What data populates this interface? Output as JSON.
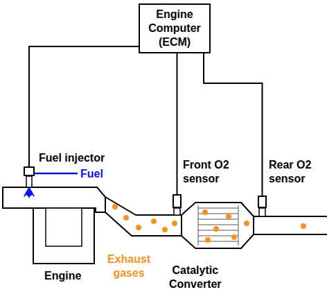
{
  "diagram": {
    "nodes": [
      {
        "text": [
          "Engine Computer (ECM)"
        ]
      },
      {
        "text": [
          "Fuel injector"
        ]
      },
      {
        "text": [
          "Front O2 sensor"
        ]
      },
      {
        "text": [
          "Rear O2 sensor"
        ]
      }
    ],
    "edges": [
      {
        "from": 0,
        "to": 1,
        "arrow": "none"
      },
      {
        "from": 0,
        "to": 2,
        "arrow": "none"
      },
      {
        "from": 0,
        "to": 3,
        "arrow": "none"
      }
    ],
    "labels": [
      "Fuel",
      "Engine",
      "Exhaust gases",
      "Catalytic Converter"
    ]
  }
}
